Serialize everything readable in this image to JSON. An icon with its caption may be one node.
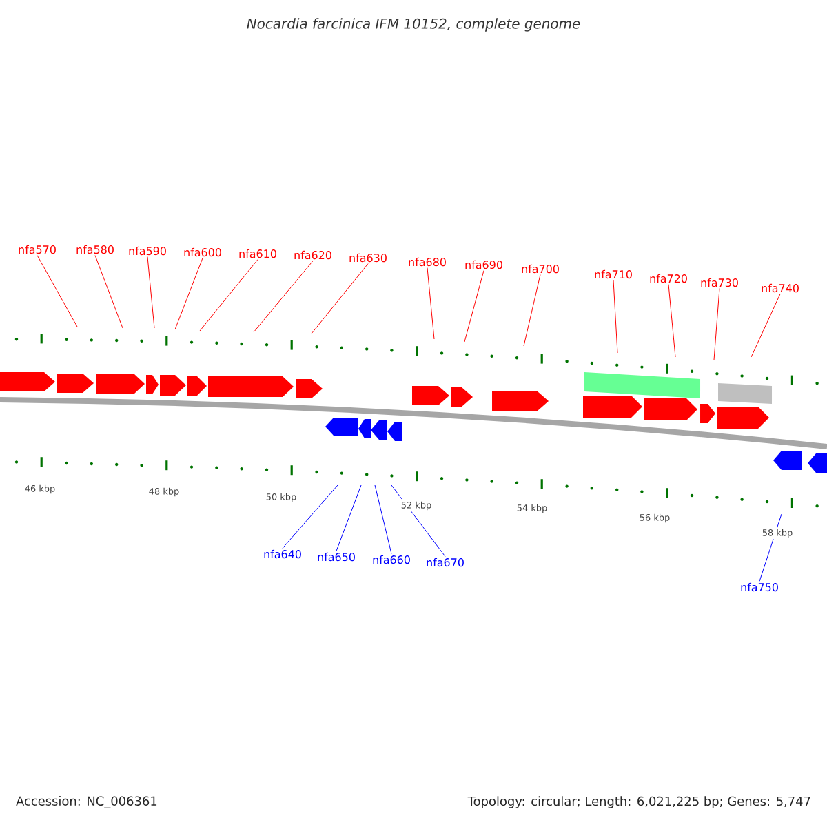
{
  "diagram": {
    "title": "Nocardia farcinica IFM 10152, complete genome",
    "nodes": [
      {
        "text": [
          "nfa570"
        ]
      },
      {
        "text": [
          "nfa580"
        ]
      },
      {
        "text": [
          "nfa590"
        ]
      },
      {
        "text": [
          "nfa600"
        ]
      },
      {
        "text": [
          "nfa610"
        ]
      },
      {
        "text": [
          "nfa620"
        ]
      },
      {
        "text": [
          "nfa630"
        ]
      },
      {
        "text": [
          "nfa680"
        ]
      },
      {
        "text": [
          "nfa690"
        ]
      },
      {
        "text": [
          "nfa700"
        ]
      },
      {
        "text": [
          "nfa710"
        ]
      },
      {
        "text": [
          "nfa720"
        ]
      },
      {
        "text": [
          "nfa730"
        ]
      },
      {
        "text": [
          "nfa740"
        ]
      },
      {
        "text": [
          "nfa640"
        ]
      },
      {
        "text": [
          "nfa650"
        ]
      },
      {
        "text": [
          "nfa660"
        ]
      },
      {
        "text": [
          "nfa670"
        ]
      },
      {
        "text": [
          "nfa750"
        ]
      }
    ],
    "edges": [
      {
        "from": 0,
        "to": null,
        "arrow": "none"
      },
      {
        "from": 1,
        "to": null,
        "arrow": "none"
      },
      {
        "from": 2,
        "to": null,
        "arrow": "none"
      },
      {
        "from": 3,
        "to": null,
        "arrow": "none"
      },
      {
        "from": 4,
        "to": null,
        "arrow": "none"
      },
      {
        "from": 5,
        "to": null,
        "arrow": "none"
      },
      {
        "from": 6,
        "to": null,
        "arrow": "none"
      },
      {
        "from": 7,
        "to": null,
        "arrow": "none"
      },
      {
        "from": 8,
        "to": null,
        "arrow": "none"
      },
      {
        "from": 9,
        "to": null,
        "arrow": "none"
      },
      {
        "from": 10,
        "to": null,
        "arrow": "none"
      },
      {
        "from": 11,
        "to": null,
        "arrow": "none"
      },
      {
        "from": 12,
        "to": null,
        "arrow": "none"
      },
      {
        "from": 13,
        "to": null,
        "arrow": "none"
      },
      {
        "from": 14,
        "to": null,
        "arrow": "none",
        "color": "#0000ff"
      },
      {
        "from": 15,
        "to": null,
        "arrow": "none",
        "color": "#0000ff"
      },
      {
        "from": 16,
        "to": null,
        "arrow": "none",
        "color": "#0000ff"
      },
      {
        "from": 17,
        "to": null,
        "arrow": "none",
        "color": "#0000ff"
      },
      {
        "from": 18,
        "to": null,
        "arrow": "none",
        "color": "#0000ff"
      }
    ],
    "labels": [
      "46 kbp",
      "48 kbp",
      "50 kbp",
      "52 kbp",
      "54 kbp",
      "56 kbp",
      "58 kbp",
      "Accession: NC_006361",
      "Topology: circular; Length: 6,021,225 bp; Genes: 5,747"
    ]
  }
}
